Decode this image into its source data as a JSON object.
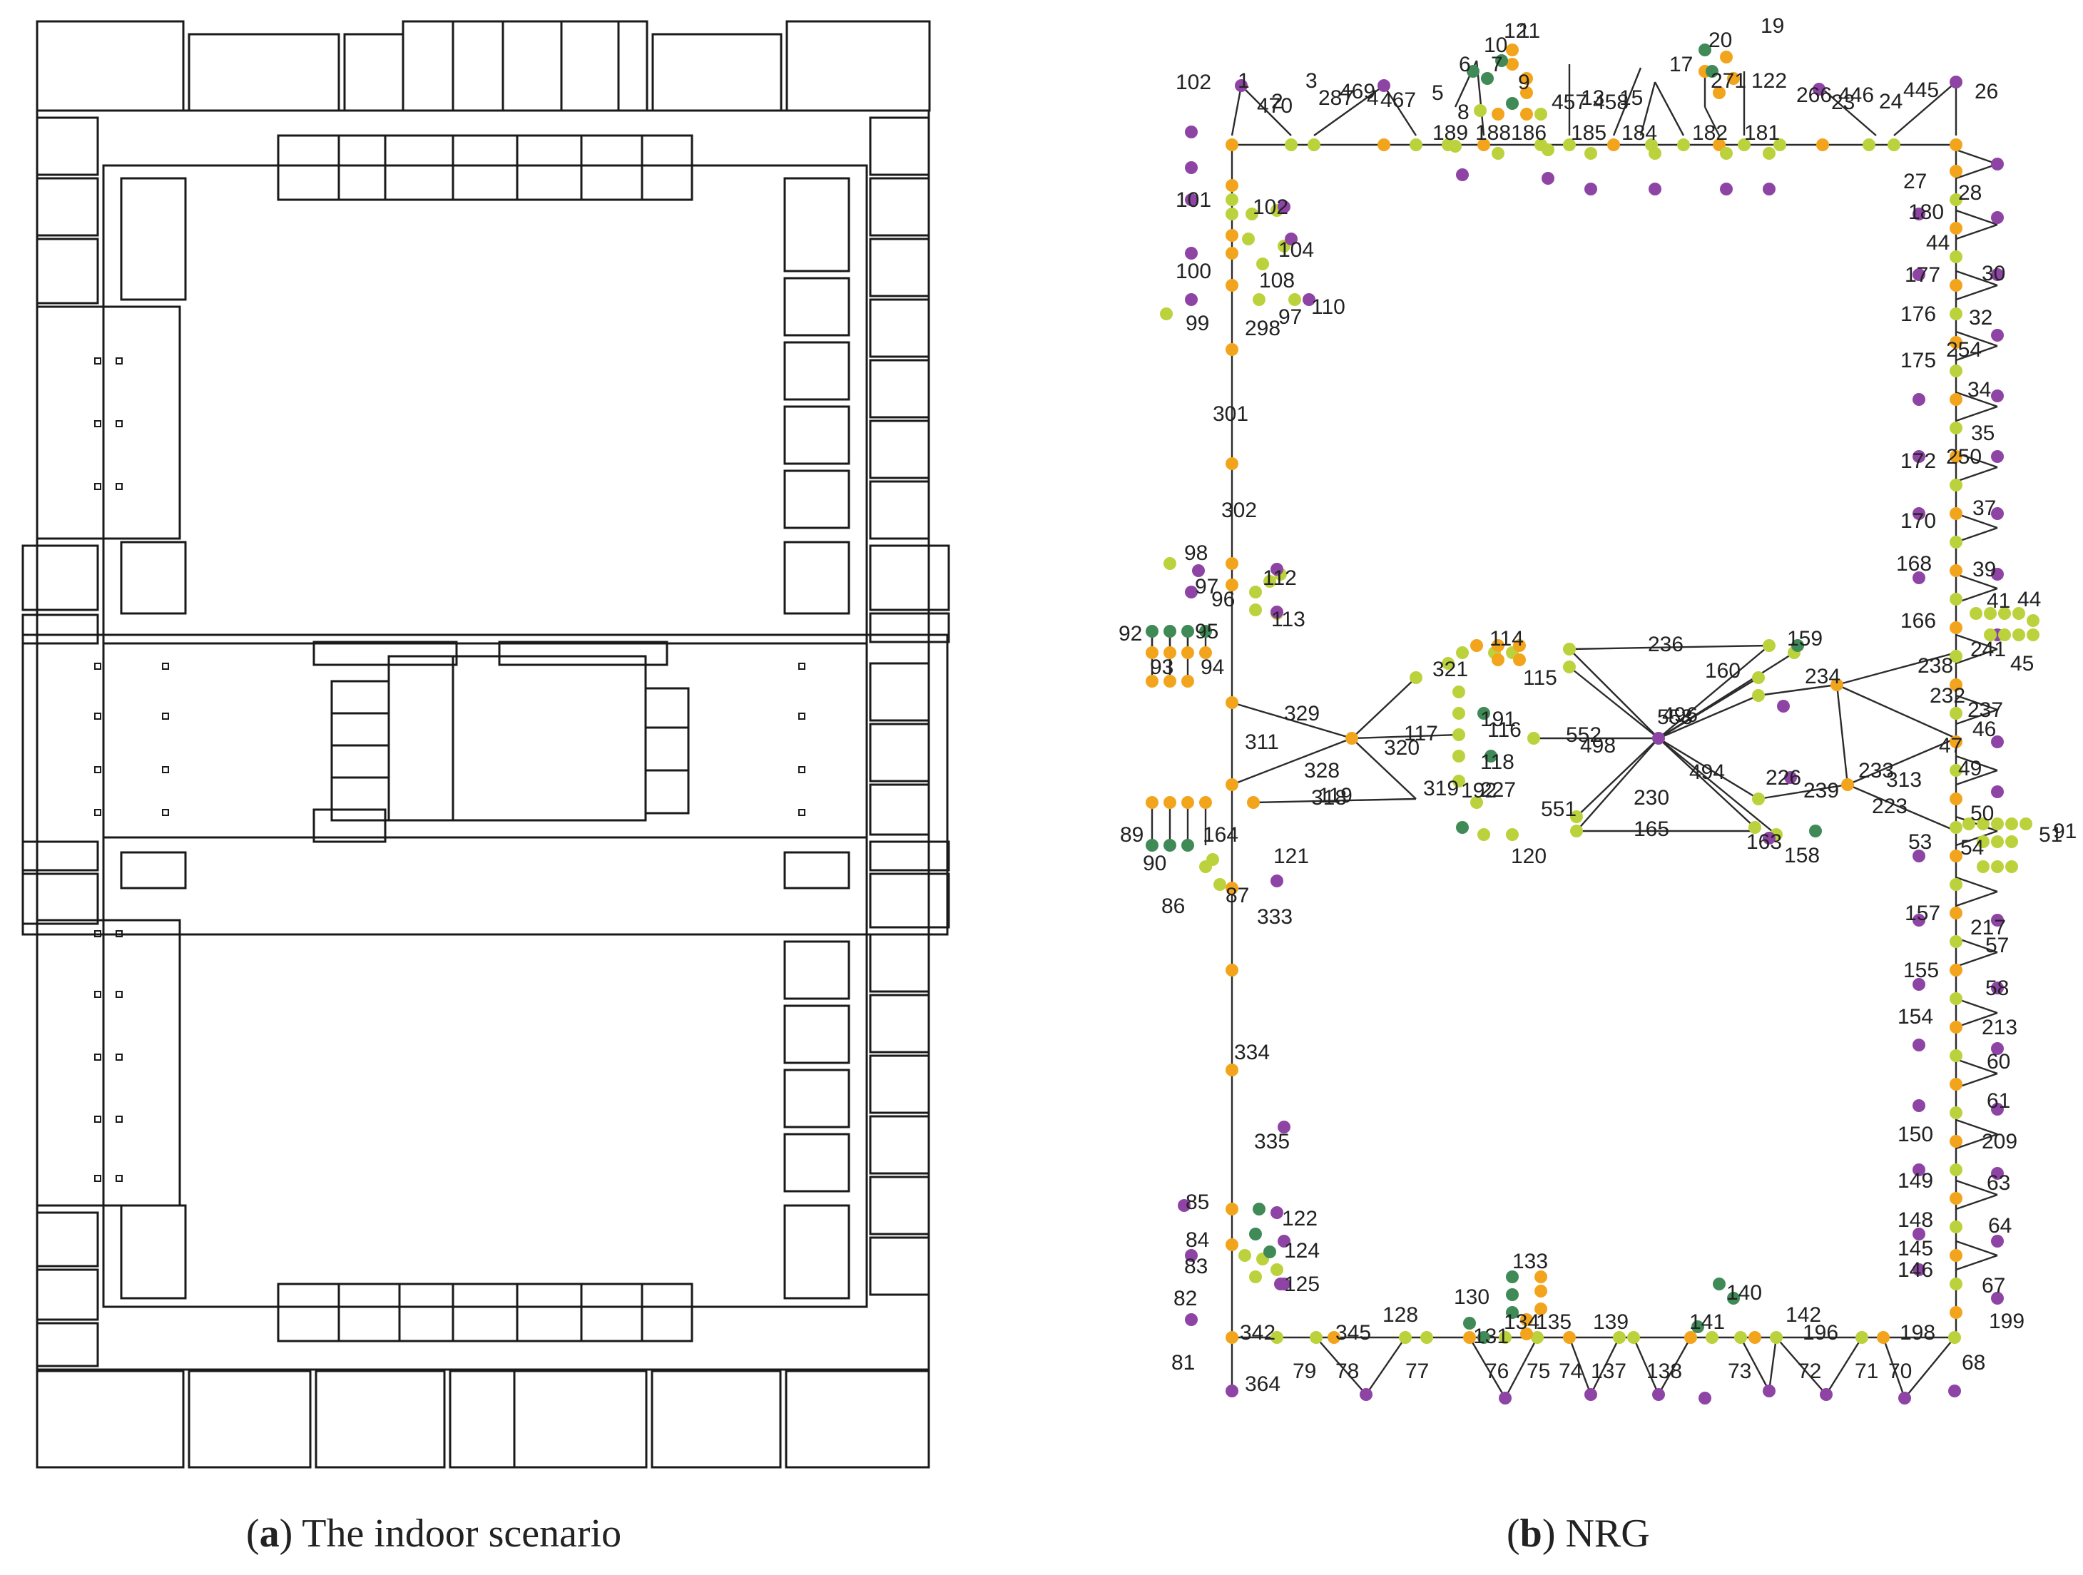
{
  "figure": {
    "panel_a": {
      "letter": "a",
      "caption": "The indoor scenario"
    },
    "panel_b": {
      "letter": "b",
      "caption": "NRG"
    }
  },
  "colors": {
    "background": "#ffffff",
    "wall": "#1a1a1a",
    "edge": "#2b2b2b",
    "node_orange": "#f2a51c",
    "node_lime": "#bcd23c",
    "node_purple": "#8e44a4",
    "node_green": "#3f8a56"
  },
  "nrg_labels": [
    "12",
    "11",
    "19",
    "10",
    "20",
    "7",
    "6",
    "9",
    "17",
    "271",
    "122",
    "102",
    "1",
    "470",
    "3",
    "469",
    "467",
    "5",
    "8",
    "457",
    "458",
    "13",
    "15",
    "266",
    "23",
    "446",
    "445",
    "24",
    "26",
    "2",
    "287",
    "4",
    "189",
    "188",
    "186",
    "185",
    "184",
    "182",
    "181",
    "27",
    "28",
    "101",
    "102",
    "104",
    "180",
    "44",
    "30",
    "177",
    "100",
    "108",
    "99",
    "298",
    "97",
    "110",
    "176",
    "32",
    "175",
    "254",
    "34",
    "301",
    "35",
    "172",
    "250",
    "170",
    "37",
    "302",
    "98",
    "112",
    "168",
    "39",
    "97",
    "96",
    "113",
    "166",
    "41",
    "44",
    "92",
    "95",
    "93",
    "94",
    "114",
    "236",
    "159",
    "241",
    "45",
    "115",
    "160",
    "234",
    "238",
    "321",
    "552",
    "496",
    "232",
    "237",
    "320",
    "191",
    "116",
    "46",
    "329",
    "117",
    "498",
    "553",
    "47",
    "311",
    "118",
    "494",
    "233",
    "49",
    "328",
    "319",
    "192",
    "226",
    "313",
    "318",
    "119",
    "227",
    "239",
    "223",
    "50",
    "91",
    "89",
    "164",
    "551",
    "230",
    "165",
    "163",
    "158",
    "53",
    "51",
    "120",
    "90",
    "121",
    "54",
    "86",
    "87",
    "333",
    "157",
    "217",
    "57",
    "155",
    "58",
    "154",
    "334",
    "213",
    "60",
    "61",
    "150",
    "209",
    "335",
    "149",
    "63",
    "85",
    "122",
    "148",
    "84",
    "64",
    "124",
    "145",
    "146",
    "83",
    "133",
    "67",
    "125",
    "130",
    "140",
    "128",
    "142",
    "199",
    "82",
    "342",
    "345",
    "131",
    "134",
    "135",
    "139",
    "141",
    "196",
    "198",
    "81",
    "364",
    "79",
    "78",
    "77",
    "76",
    "75",
    "74",
    "137",
    "138",
    "73",
    "72",
    "71",
    "70",
    "68"
  ]
}
